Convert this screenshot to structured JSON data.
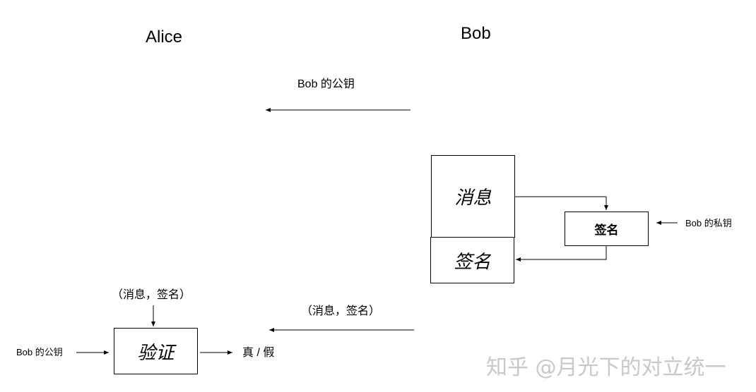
{
  "parties": {
    "alice": "Alice",
    "bob": "Bob"
  },
  "top_arrow_label": "Bob 的公钥",
  "bob_side": {
    "message_box": "消息",
    "signature_box": "签名",
    "sign_operation": "签名",
    "private_key_label": "Bob 的私钥"
  },
  "bottom_arrow_label": "（消息，签名）",
  "alice_side": {
    "input_label": "（消息，签名）",
    "public_key_label": "Bob 的公钥",
    "verify_box": "验证",
    "result_label": "真 / 假"
  },
  "watermark": "知乎 @月光下的对立统一"
}
